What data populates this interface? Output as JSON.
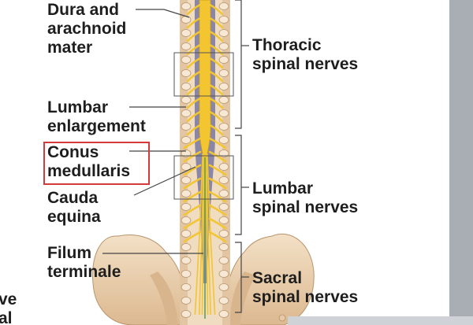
{
  "labels": {
    "dura_line1": "Dura and",
    "dura_line2": "arachnoid",
    "dura_line3": "mater",
    "lumbar_enl_line1": "Lumbar",
    "lumbar_enl_line2": "enlargement",
    "conus_line1": "Conus",
    "conus_line2": "medullaris",
    "cauda_line1": "Cauda",
    "cauda_line2": "equina",
    "filum_line1": "Filum",
    "filum_line2": "terminale",
    "thoracic_line1": "Thoracic",
    "thoracic_line2": "spinal nerves",
    "lumbar_nerves_line1": "Lumbar",
    "lumbar_nerves_line2": "spinal nerves",
    "sacral_line1": "Sacral",
    "sacral_line2": "spinal nerves",
    "cutoff_line1": "ve",
    "cutoff_line2": "al"
  },
  "colors": {
    "bone": "#ecd3b4",
    "bone_shade": "#d9b58e",
    "nerve": "#f2c531",
    "dura": "#8a86a8",
    "leader_line": "#444444",
    "highlight": "#d43a3a"
  }
}
